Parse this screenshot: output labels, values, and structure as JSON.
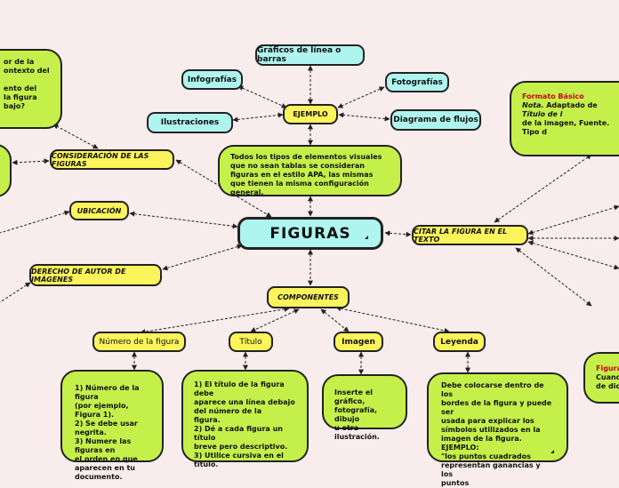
{
  "central": {
    "label": "FIGURAS"
  },
  "ejemplo": {
    "label": "EJEMPLO",
    "children": [
      "Gráficos de línea o barras",
      "Infografías",
      "Fotografías",
      "Ilustraciones",
      "Diagrama de flujos"
    ]
  },
  "definition": "Todos los tipos de elementos visuales que no sean tablas se consideran figuras en el estilo APA, las mismas que tienen la misma configuración general.",
  "left_topics": {
    "consideracion": "CONSIDERACIÓN DE LAS FIGURAS",
    "ubicacion": "UBICACIÓN",
    "derecho": "DERECHO DE AUTOR DE IMÁGENES"
  },
  "left_partial_text": "or de la\nontexto del\n\nento del\nla figura\nbajo?",
  "citar": {
    "label": "CITAR LA FIGURA EN EL TEXTO",
    "formato_title": "Formato Básico",
    "formato_nota": "Nota.",
    "formato_text": " Adaptado de ",
    "formato_italic": "Título de l",
    "formato_line2": "de la imagen, Fuente. Tipo d",
    "figura_title": "Figura",
    "figura_line1": "Cuand",
    "figura_line2": "de dic"
  },
  "componentes": {
    "label": "COMPONENTES",
    "items": [
      {
        "label": "Número de la figura",
        "text": "1) Número de la figura\n(por ejemplo, Figura 1).\n2) Se debe usar negrita.\n3) Numere las figuras en\nel orden en que\naparecen en tu\ndocumento."
      },
      {
        "label": "Título",
        "text": "1) El título de la figura debe\naparece una línea debajo\ndel número de la\nfigura.\n2) Dé a cada figura un título\nbreve pero descriptivo.\n3) Utilice cursiva en el\ntítulo."
      },
      {
        "label": "Imagen",
        "text": "Inserte el gráfico,\nfotografía, dibujo\nu otra ilustración."
      },
      {
        "label": "Leyenda",
        "text": "Debe colocarse dentro de los\nbordes de la figura y puede ser\nusada para explicar los\nsímbolos utilizados en la\nimagen de la figura. EJEMPLO:\n\"los puntos cuadrados\nrepresentan ganancias y los\npuntos"
      }
    ]
  }
}
